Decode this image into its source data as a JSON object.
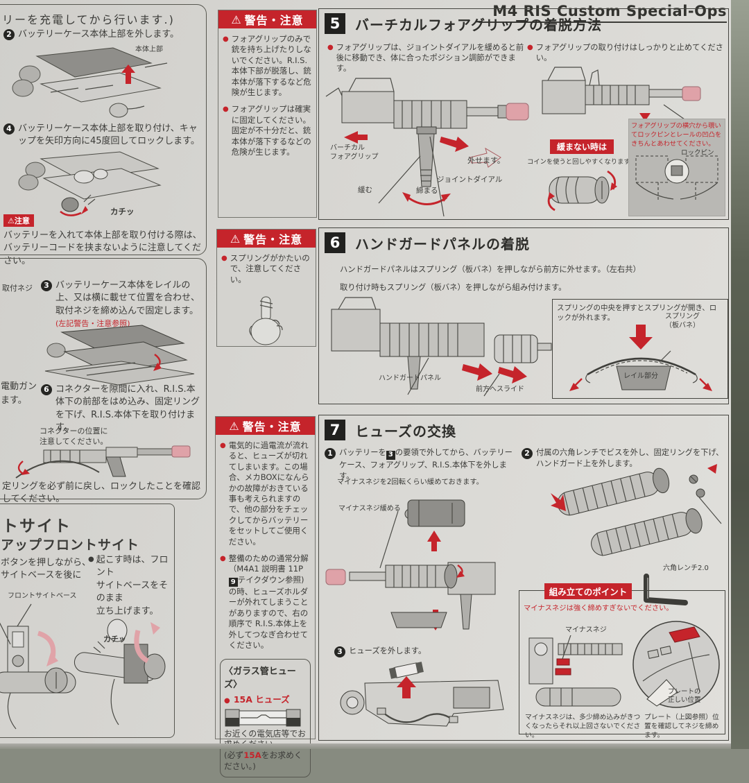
{
  "header": {
    "title": "M4 RIS Custom Special-Ops"
  },
  "warning_label": "警告・注意",
  "left_top": {
    "intro": "リーを充電してから行います.)",
    "steps": [
      {
        "num": "2",
        "text": "バッテリーケース本体上部を外します。"
      },
      {
        "num": "4",
        "text": "バッテリーケース本体上部を取り付け、キャップを矢印方向に45度回してロックします。"
      }
    ],
    "label_body_upper": "本体上部",
    "click": "カチッ",
    "caution_tag": "注意",
    "caution": "バッテリーを入れて本体上部を取り付ける際は、バッテリーコードを挟まないように注意してください。"
  },
  "left_mid": {
    "label_mount_screw": "取付ネジ",
    "step3_num": "3",
    "step3": "バッテリーケース本体をレイルの上、又は横に載せて位置を合わせ、取付ネジを締め込んで固定します。",
    "step3_ref": "(左記警告・注意参照)",
    "cut_text1": "電動ガン",
    "cut_text2": "ます。",
    "step6_num": "6",
    "step6": "コネクターを隙間に入れ、R.I.S.本体下の前部をはめ込み、固定リングを下げ、R.I.S.本体下を取り付けます。",
    "connector_note": "コネクターの位置に\n注意してください。",
    "bottom_note": "定リングを必ず前に戻し、ロックしたことを確認してください。"
  },
  "left_bottom": {
    "heading": "トサイト",
    "subheading": "アップフロントサイト",
    "bullet1": "ボタンを押しながら、\nサイトベースを後に",
    "bullet2": "起こす時は、フロント\nサイトベースをそのまま\n立ち上げます。",
    "label_front_sight_base": "フロントサイトベース",
    "click": "カチッ"
  },
  "warnings": {
    "w1": {
      "bullets": [
        "フォアグリップのみで銃を持ち上げたりしないでください。R.I.S.本体下部が脱落し、銃本体が落下するなど危険が生じます。",
        "フォアグリップは確実に固定してください。固定が不十分だと、銃本体が落下するなどの危険が生じます。"
      ]
    },
    "w2": {
      "bullets": [
        "スプリングがかたいので、注意してください。"
      ]
    },
    "w3": {
      "bullet1": "電気的に過電流が流れると、ヒューズが切れてしまいます。この場合、メカBOXになんらかの故障がおきている事も考えられますので、他の部分をチェックしてからバッテリーをセットしてご使用ください。",
      "bullet2_pre": "整備のための通常分解（M4A1 説明書 11P ",
      "bullet2_num": "9",
      "bullet2_post": "テイクダウン参照)の時、ヒューズホルダーが外れてしまうことがありますので、右の順序で R.I.S.本体上を外してつなぎ合わせてください。"
    }
  },
  "fuse_box": {
    "title": "〈ガラス管ヒューズ〉",
    "fuse_name": "15A ヒューズ",
    "text1": "お近くの電気店等でお求めください。",
    "text2_pre": "(必ず",
    "text2_red": "15A",
    "text2_post": "をお求めください。)"
  },
  "section5": {
    "number": "5",
    "title": "バーチカルフォアグリップの着脱方法",
    "bullet1": "フォアグリップは、ジョイントダイアルを緩めると前後に移動でき、体に合ったポジション調節ができます。",
    "bullet2": "フォアグリップの取り付けはしっかりと止めてください。",
    "label_vgrip": "バーチカル\nフォアグリップ",
    "label_remove": "外せます。",
    "label_joint": "ジョイントダイアル",
    "label_loosen": "緩む",
    "label_tighten": "締まる",
    "tip_tag": "緩まない時は",
    "tip_text": "コインを使うと回しやすくなります。",
    "inset_text": "フォアグリップの横穴から覗いてロックピンとレールの凹凸をきちんとあわせてください。",
    "label_lockpin": "ロックピン"
  },
  "section6": {
    "number": "6",
    "title": "ハンドガードパネルの着脱",
    "line1": "ハンドガードパネルはスプリング（板バネ）を押しながら前方に外せます。（左右共）",
    "line2": "取り付け時もスプリング（板バネ）を押しながら組み付けます。",
    "label_panel": "ハンドガードパネル",
    "label_slide": "前方へスライド",
    "inset_text": "スプリングの中央を押すとスプリングが開き、ロックが外れます。",
    "label_spring": "スプリング\n（板バネ）",
    "label_rail": "レイル部分"
  },
  "section7": {
    "number": "7",
    "title": "ヒューズの交換",
    "step1_num": "1",
    "step1_pre": "バッテリーを",
    "step1_ref": "3",
    "step1_post": "の要領で外してから、バッテリーケース、フォアグリップ、R.I.S.本体下を外します。",
    "step1_note": "マイナスネジを2回転くらい緩めておきます。",
    "label_loosen_screw": "マイナスネジ緩める",
    "step2_num": "2",
    "step2": "付属の六角レンチでビスを外し、固定リングを下げ、ハンドガード上を外します。",
    "label_hex": "六角レンチ2.0",
    "step3_num": "3",
    "step3": "ヒューズを外します。",
    "point_tag": "組み立てのポイント",
    "point_text": "マイナスネジは強く締めすぎないでください。",
    "label_minus_screw": "マイナスネジ",
    "label_plate_pos": "プレートの\n正しい位置",
    "caption1": "マイナスネジは、多少締め込みがきつくなったらそれ以上回さないでください。",
    "caption2": "プレート（上図参照）位置を確認してネジを締めます。"
  }
}
